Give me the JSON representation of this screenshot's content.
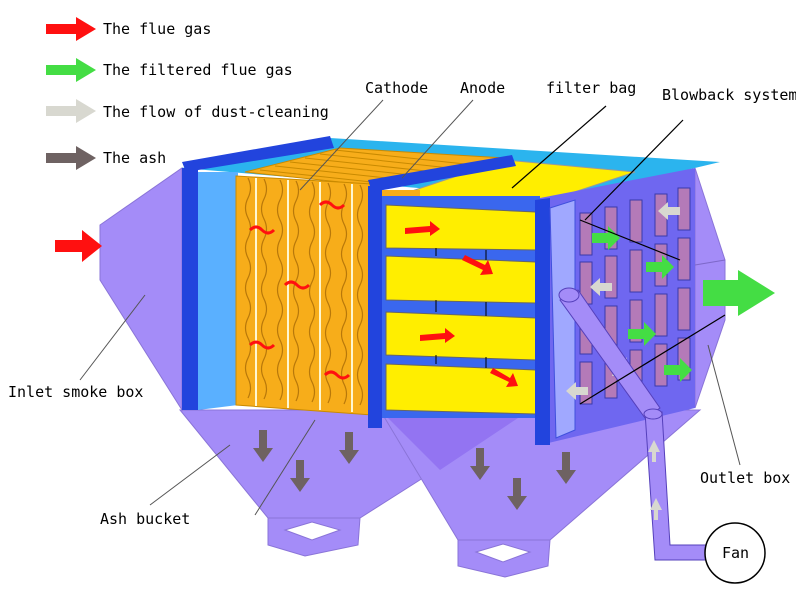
{
  "legend": {
    "items": [
      {
        "label": "The flue gas",
        "color": "#ff1010",
        "icon": "red-arrow-icon"
      },
      {
        "label": "The filtered flue gas",
        "color": "#44dd44",
        "icon": "green-arrow-icon"
      },
      {
        "label": "The flow of dust-cleaning",
        "color": "#d8d8d0",
        "icon": "light-arrow-icon"
      },
      {
        "label": "The ash",
        "color": "#6e6262",
        "icon": "ash-arrow-icon"
      }
    ]
  },
  "labels": {
    "cathode": "Cathode",
    "anode": "Anode",
    "filter_bag": "filter bag",
    "blowback": "Blowback system",
    "inlet": "Inlet smoke box",
    "ash_bucket": "Ash bucket",
    "outlet": "Outlet box",
    "fan": "Fan"
  },
  "colors": {
    "hopper": "#a48cf8",
    "frame": "#2244dd",
    "electrode": "#f7ad1a",
    "bag": "#ffee00",
    "blowback_panel": "#6f67f0"
  }
}
